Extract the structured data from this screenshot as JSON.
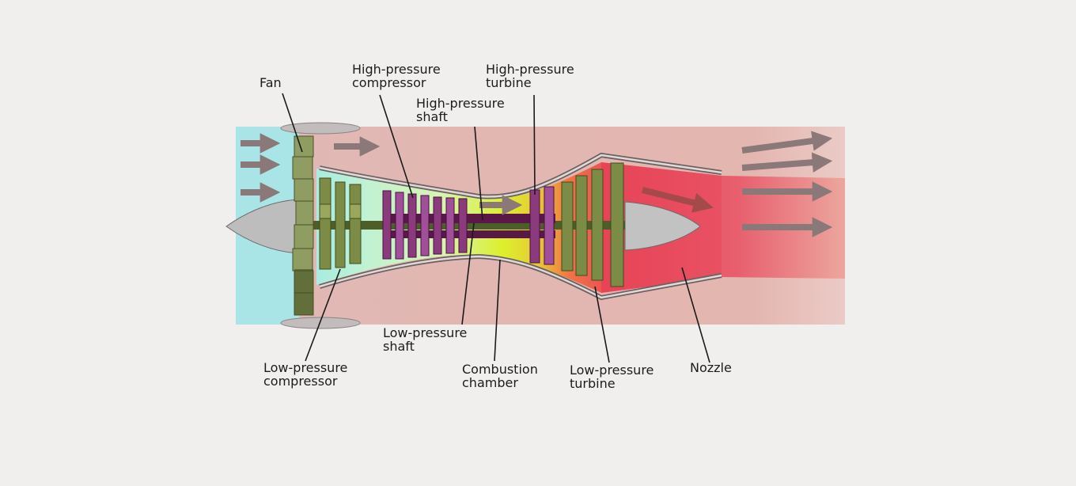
{
  "labels": {
    "fan": [
      "Fan"
    ],
    "hp_compressor": [
      "High-pressure",
      "compressor"
    ],
    "hp_turbine": [
      "High-pressure",
      "turbine"
    ],
    "hp_shaft": [
      "High-pressure",
      "shaft"
    ],
    "lp_shaft": [
      "Low-pressure",
      "shaft"
    ],
    "lp_compressor": [
      "Low-pressure",
      "compressor"
    ],
    "combustion": [
      "Combustion",
      "chamber"
    ],
    "lp_turbine": [
      "Low-pressure",
      "turbine"
    ],
    "nozzle": [
      "Nozzle"
    ]
  },
  "colors": {
    "intake": "#a9e6e6",
    "bypass": "#e2b7b2",
    "compressor_gas": "#b8f0d4",
    "combustion_gas": "#dcf030",
    "turbine_gas": "#f07050",
    "exhaust": "#e8485a",
    "fan_blade": "#8a9a60",
    "lp_blade": "#6a7a38",
    "hp_blade": "#8a2a78",
    "spinner": "#bdbdbd",
    "arrow": "#8b7878"
  }
}
